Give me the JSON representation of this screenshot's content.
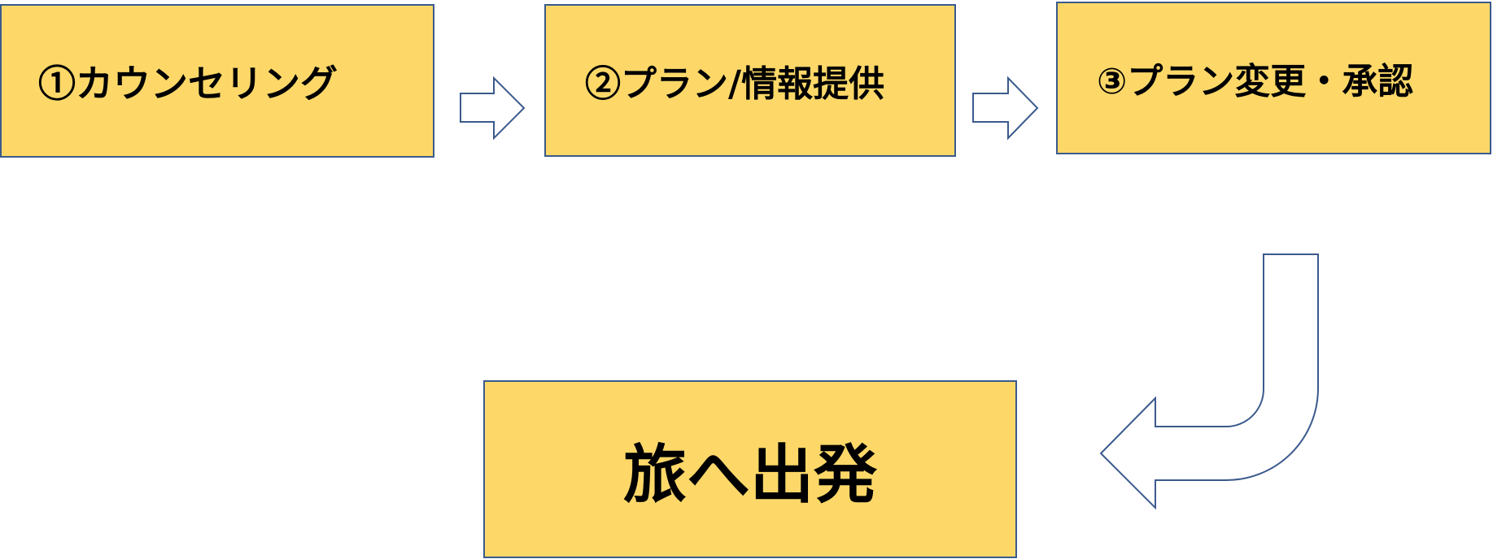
{
  "steps": [
    {
      "label": "①カウンセリング"
    },
    {
      "label": "②プラン/情報提供"
    },
    {
      "label": "③プラン変更・承認"
    }
  ],
  "final": {
    "label": "旅へ出発"
  },
  "colors": {
    "box_fill": "#FDD869",
    "outline": "#3A5A8C"
  }
}
